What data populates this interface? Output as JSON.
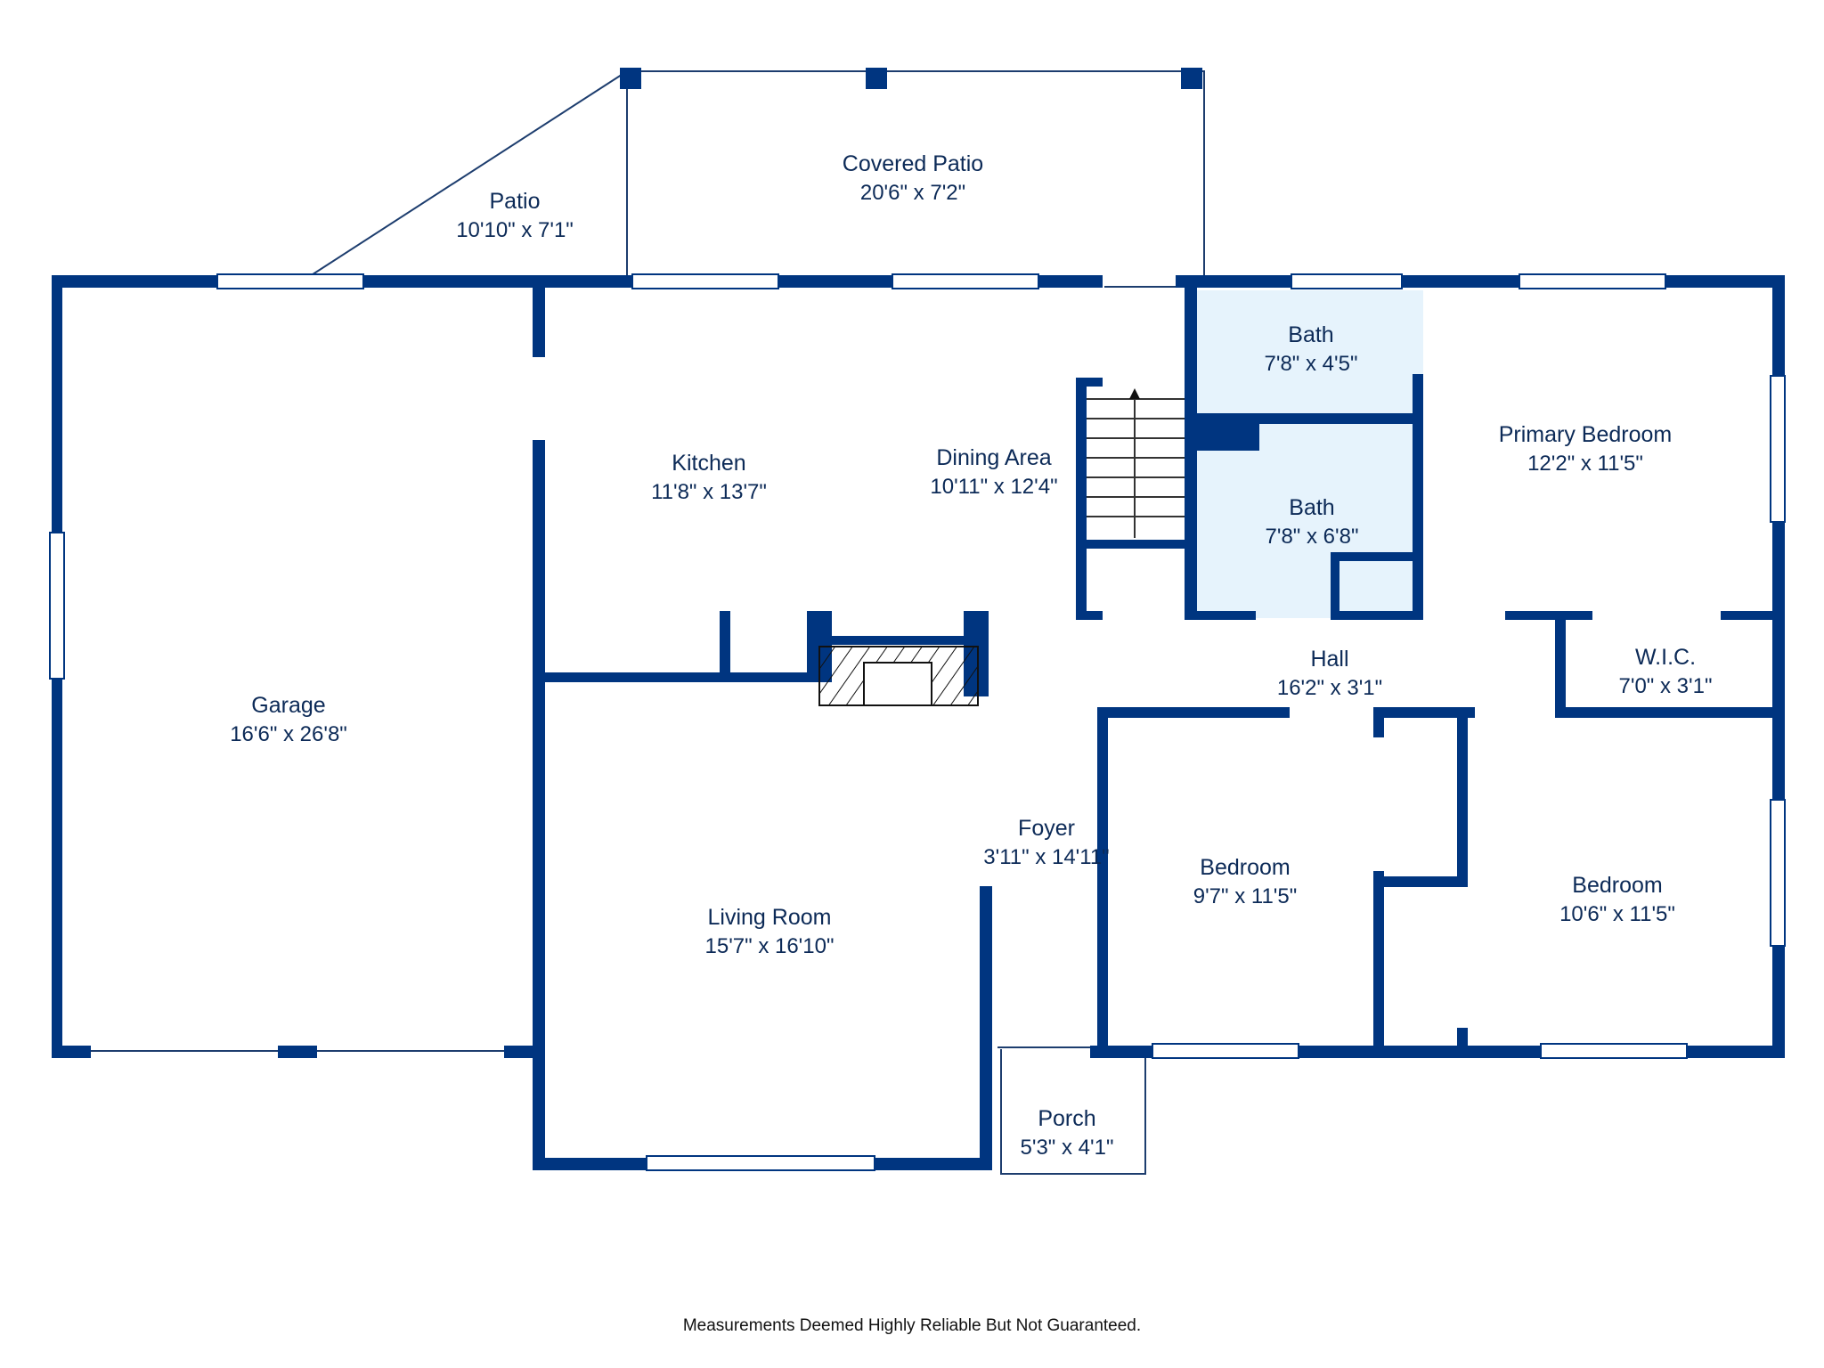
{
  "colors": {
    "wall": "#003580",
    "bath_fill": "#e6f3fc",
    "window": "#ffffff",
    "text": "#0c2a57"
  },
  "rooms": {
    "covered_patio": {
      "name": "Covered Patio",
      "dims": "20'6\" x 7'2\""
    },
    "patio": {
      "name": "Patio",
      "dims": "10'10\" x 7'1\""
    },
    "bath_upper": {
      "name": "Bath",
      "dims": "7'8\" x 4'5\""
    },
    "primary_bedroom": {
      "name": "Primary Bedroom",
      "dims": "12'2\" x 11'5\""
    },
    "kitchen": {
      "name": "Kitchen",
      "dims": "11'8\" x 13'7\""
    },
    "dining_area": {
      "name": "Dining Area",
      "dims": "10'11\" x 12'4\""
    },
    "bath_lower": {
      "name": "Bath",
      "dims": "7'8\" x 6'8\""
    },
    "hall": {
      "name": "Hall",
      "dims": "16'2\" x 3'1\""
    },
    "wic": {
      "name": "W.I.C.",
      "dims": "7'0\" x 3'1\""
    },
    "garage": {
      "name": "Garage",
      "dims": "16'6\" x 26'8\""
    },
    "foyer": {
      "name": "Foyer",
      "dims": "3'11\" x 14'11\""
    },
    "bedroom_1": {
      "name": "Bedroom",
      "dims": "9'7\" x 11'5\""
    },
    "bedroom_2": {
      "name": "Bedroom",
      "dims": "10'6\" x 11'5\""
    },
    "living_room": {
      "name": "Living Room",
      "dims": "15'7\" x 16'10\""
    },
    "porch": {
      "name": "Porch",
      "dims": "5'3\" x 4'1\""
    }
  },
  "footnote": "Measurements Deemed Highly Reliable But Not Guaranteed."
}
